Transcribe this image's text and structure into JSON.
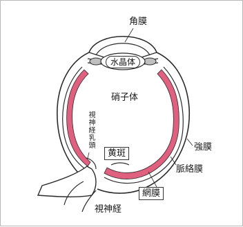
{
  "labels": {
    "cornea": "角膜",
    "lens": "水晶体",
    "vitreous": "硝子体",
    "optic_disc": "視神経乳頭",
    "macula": "黄斑",
    "sclera": "強膜",
    "choroid": "脈絡膜",
    "retina": "網膜",
    "optic_nerve": "視神経"
  },
  "colors": {
    "retina": "#e0607f",
    "outline": "#2a2a2a"
  }
}
